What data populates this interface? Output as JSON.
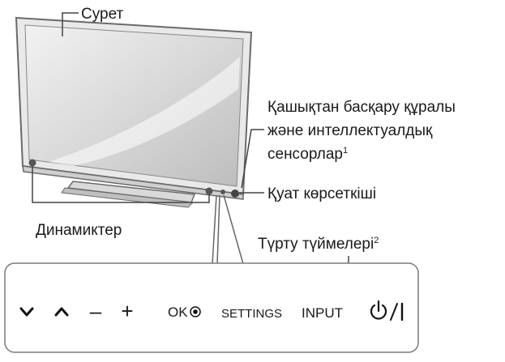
{
  "labels": {
    "picture": "Сурет",
    "remote_line1": "Қашықтан басқару құралы",
    "remote_line2": "және интеллектуалдық",
    "remote_line3": "сенсорлар",
    "remote_sup": "1",
    "power_indicator": "Қуат көрсеткіші",
    "speakers": "Динамиктер",
    "touch_buttons": "Түрту түймелері",
    "touch_sup": "2"
  },
  "buttons": {
    "down": "⌄",
    "up": "⌃",
    "minus": "–",
    "plus": "+",
    "ok": "OK",
    "settings": "SETTINGS",
    "input": "INPUT"
  },
  "icons": {
    "ok_indicator": "radio-dot-icon",
    "power": "power-icon"
  }
}
